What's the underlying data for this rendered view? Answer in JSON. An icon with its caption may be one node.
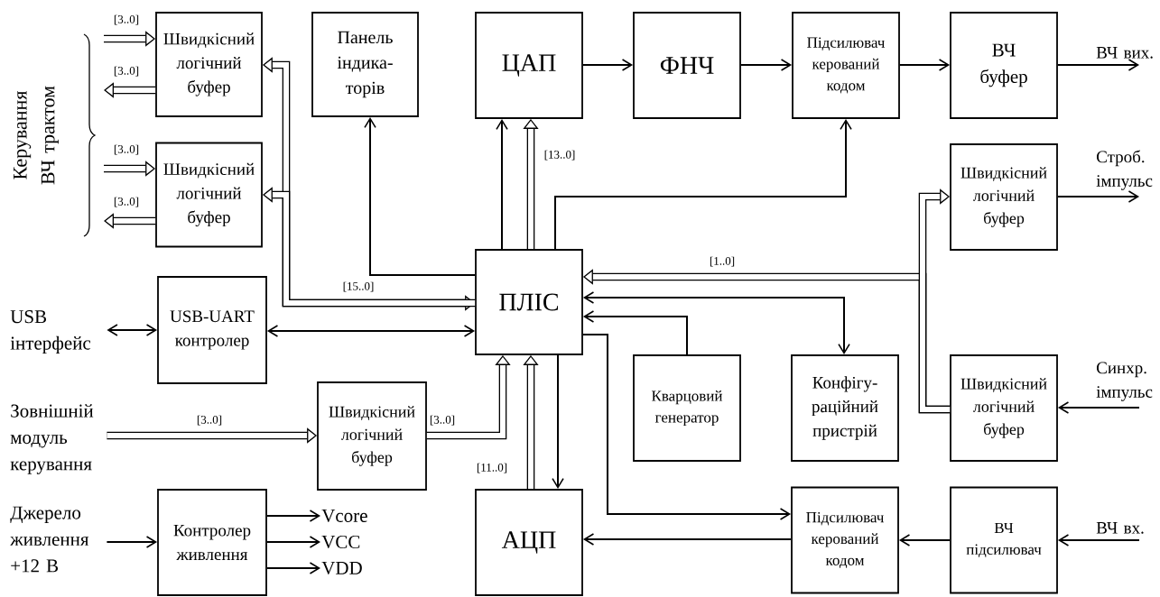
{
  "diagram": {
    "nodes": [
      {
        "text": [
          "Швидкісний логічний буфер"
        ]
      },
      {
        "text": [
          "Швидкісний логічний буфер"
        ]
      },
      {
        "text": [
          "Панель індика-торів"
        ]
      },
      {
        "text": [
          "ЦАП"
        ]
      },
      {
        "text": [
          "ФНЧ"
        ]
      },
      {
        "text": [
          "Підсилювач керований кодом"
        ]
      },
      {
        "text": [
          "ВЧ буфер"
        ]
      },
      {
        "text": [
          "Швидкісний логічний буфер"
        ]
      },
      {
        "text": [
          "ПЛІС"
        ]
      },
      {
        "text": [
          "USB-UART контролер"
        ]
      },
      {
        "text": [
          "Швидкісний логічний буфер"
        ]
      },
      {
        "text": [
          "Кварцовий генератор"
        ]
      },
      {
        "text": [
          "Конфігу-раційний пристрій"
        ]
      },
      {
        "text": [
          "Швидкісний логічний буфер"
        ]
      },
      {
        "text": [
          "АЦП"
        ]
      },
      {
        "text": [
          "Контролер живлення"
        ]
      },
      {
        "text": [
          "Підсилювач керований кодом"
        ]
      },
      {
        "text": [
          "ВЧ підсилювач"
        ]
      },
      {
        "text": [
          "ВЧ вих."
        ]
      },
      {
        "text": [
          "Строб. імпульс"
        ]
      },
      {
        "text": [
          "Синхр. імпульс"
        ]
      },
      {
        "text": [
          "ВЧ вх."
        ]
      },
      {
        "text": [
          "USB інтерфейс"
        ]
      },
      {
        "text": [
          "Зовнішній модуль керування"
        ]
      },
      {
        "text": [
          "Джерело живлення +12 В"
        ]
      },
      {
        "text": [
          "Vcore"
        ]
      },
      {
        "text": [
          "VCC"
        ]
      },
      {
        "text": [
          "VDD"
        ]
      }
    ],
    "edges": [
      {
        "from": null,
        "to": 0,
        "arrow": "to",
        "label": "[3..0]",
        "style": "thick"
      },
      {
        "from": 0,
        "to": null,
        "arrow": "to",
        "label": "[3..0]",
        "style": "thick"
      },
      {
        "from": null,
        "to": 1,
        "arrow": "to",
        "label": "[3..0]",
        "style": "thick"
      },
      {
        "from": 1,
        "to": null,
        "arrow": "to",
        "label": "[3..0]",
        "style": "thick"
      },
      {
        "from": 8,
        "to": 0,
        "arrow": "both",
        "label": "[15..0]",
        "style": "thick"
      },
      {
        "from": 8,
        "to": 1,
        "arrow": "to",
        "style": "thick"
      },
      {
        "from": 8,
        "to": 2,
        "arrow": "to"
      },
      {
        "from": 8,
        "to": 3,
        "arrow": "to"
      },
      {
        "from": 8,
        "to": 3,
        "arrow": "to",
        "label": "[13..0]",
        "style": "thick"
      },
      {
        "from": 3,
        "to": 4,
        "arrow": "to"
      },
      {
        "from": 4,
        "to": 5,
        "arrow": "to"
      },
      {
        "from": 5,
        "to": 6,
        "arrow": "to"
      },
      {
        "from": 6,
        "to": 18,
        "arrow": "to"
      },
      {
        "from": 8,
        "to": 5,
        "arrow": "to"
      },
      {
        "from": 13,
        "to": 8,
        "arrow": "to",
        "label": "[1..0]",
        "style": "thick"
      },
      {
        "from": 13,
        "to": 7,
        "arrow": "to",
        "style": "thick"
      },
      {
        "from": 7,
        "to": 19,
        "arrow": "to"
      },
      {
        "from": 22,
        "to": 9,
        "arrow": "both"
      },
      {
        "from": 9,
        "to": 8,
        "arrow": "both"
      },
      {
        "from": 11,
        "to": 8,
        "arrow": "to"
      },
      {
        "from": 8,
        "to": 12,
        "arrow": "both"
      },
      {
        "from": 20,
        "to": 13,
        "arrow": "to"
      },
      {
        "from": 23,
        "to": 10,
        "arrow": "to",
        "label": "[3..0]",
        "style": "thick"
      },
      {
        "from": 10,
        "to": 8,
        "arrow": "to",
        "label": "[3..0]",
        "style": "thick"
      },
      {
        "from": 14,
        "to": 8,
        "arrow": "to",
        "label": "[11..0]",
        "style": "thick"
      },
      {
        "from": 8,
        "to": 14,
        "arrow": "to"
      },
      {
        "from": 8,
        "to": 16,
        "arrow": "to"
      },
      {
        "from": 24,
        "to": 15,
        "arrow": "to"
      },
      {
        "from": 15,
        "to": 25,
        "arrow": "to"
      },
      {
        "from": 15,
        "to": 26,
        "arrow": "to"
      },
      {
        "from": 15,
        "to": 27,
        "arrow": "to"
      },
      {
        "from": 21,
        "to": 17,
        "arrow": "to"
      },
      {
        "from": 17,
        "to": 16,
        "arrow": "to"
      },
      {
        "from": 16,
        "to": 14,
        "arrow": "to"
      }
    ],
    "labels": [
      "Керування ВЧ трактом"
    ]
  }
}
